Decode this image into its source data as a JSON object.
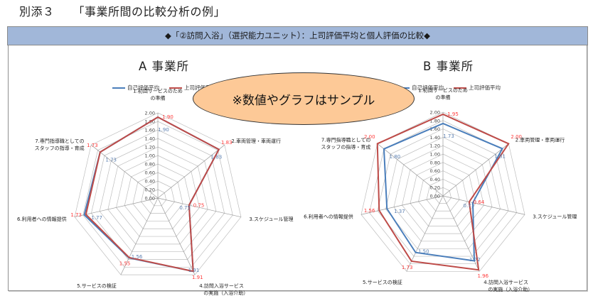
{
  "document": {
    "attachment_label": "別添３",
    "title": "「事業所間の比較分析の例」"
  },
  "banner": {
    "text": "◆「②訪問入浴」（選択能力ユニット）：上司評価平均と個人評価の比較◆"
  },
  "sample_note": "※数値やグラフはサンプル",
  "legend": {
    "self_label": "自己評価平均",
    "supervisor_label": "上司評価平均"
  },
  "colors": {
    "self": "#4a7ebb",
    "supervisor": "#be4b48",
    "self_value_label": "#5b7fb0",
    "supervisor_value_label": "#ff3b3b",
    "banner_bg": "#a1b7d9",
    "oval_bg": "#fdc997",
    "grid": "#bdbdbd"
  },
  "chart_data": [
    {
      "type": "radar",
      "title": "A 事業所",
      "axes": [
        "1.初回サービスのための準備",
        "2.車両管理・車両運行",
        "3.スケジュール管理",
        "4.訪問入浴サービスの実施（入浴介助）",
        "5.サービスの検証",
        "6.利用者への情報提供",
        "7.専門指導職としてのスタッフの指導・育成"
      ],
      "rlim": [
        0,
        2.0
      ],
      "ticks": [
        "0.00",
        "0.20",
        "0.40",
        "0.60",
        "0.80",
        "1.00",
        "1.20",
        "1.40",
        "1.60",
        "1.80",
        "2.00"
      ],
      "series": [
        {
          "name": "自己評価平均",
          "values": [
            1.9,
            1.83,
            0.75,
            1.91,
            1.56,
            1.77,
            1.73
          ]
        },
        {
          "name": "上司評価平均",
          "values": [
            1.9,
            1.83,
            0.75,
            1.91,
            1.55,
            1.73,
            1.73
          ]
        }
      ],
      "legend_position": "top"
    },
    {
      "type": "radar",
      "title": "B 事業所",
      "axes": [
        "1.初回サービスのための準備",
        "2.車両管理・車両運行",
        "3.スケジュール管理",
        "4.訪問入浴サービスの実施（入浴介助）",
        "5.サービスの検証",
        "6.利用者への情報提供",
        "7.専門指導職としてのスタッフの指導・育成"
      ],
      "rlim": [
        0,
        2.0
      ],
      "ticks": [
        "0.00",
        "0.20",
        "0.40",
        "0.60",
        "0.80",
        "1.00",
        "1.20",
        "1.40",
        "1.60",
        "1.80",
        "2.00"
      ],
      "series": [
        {
          "name": "自己評価平均",
          "values": [
            1.73,
            1.81,
            0.73,
            1.72,
            1.5,
            1.37,
            1.8
          ]
        },
        {
          "name": "上司評価平均",
          "values": [
            1.95,
            2.0,
            0.64,
            1.96,
            1.73,
            1.56,
            2.0
          ]
        }
      ],
      "legend_position": "top"
    }
  ],
  "axis_label_lines": [
    [
      "1.初回サービスのため",
      "の準備"
    ],
    [
      "2.車両管理・車両運行"
    ],
    [
      "3.スケジュール管理"
    ],
    [
      "4.訪問入浴サービス",
      "の実施（入浴介助）"
    ],
    [
      "5.サービスの検証"
    ],
    [
      "6.利用者への情報提供"
    ],
    [
      "7.専門指導職としての",
      "スタッフの指導・育成"
    ]
  ]
}
